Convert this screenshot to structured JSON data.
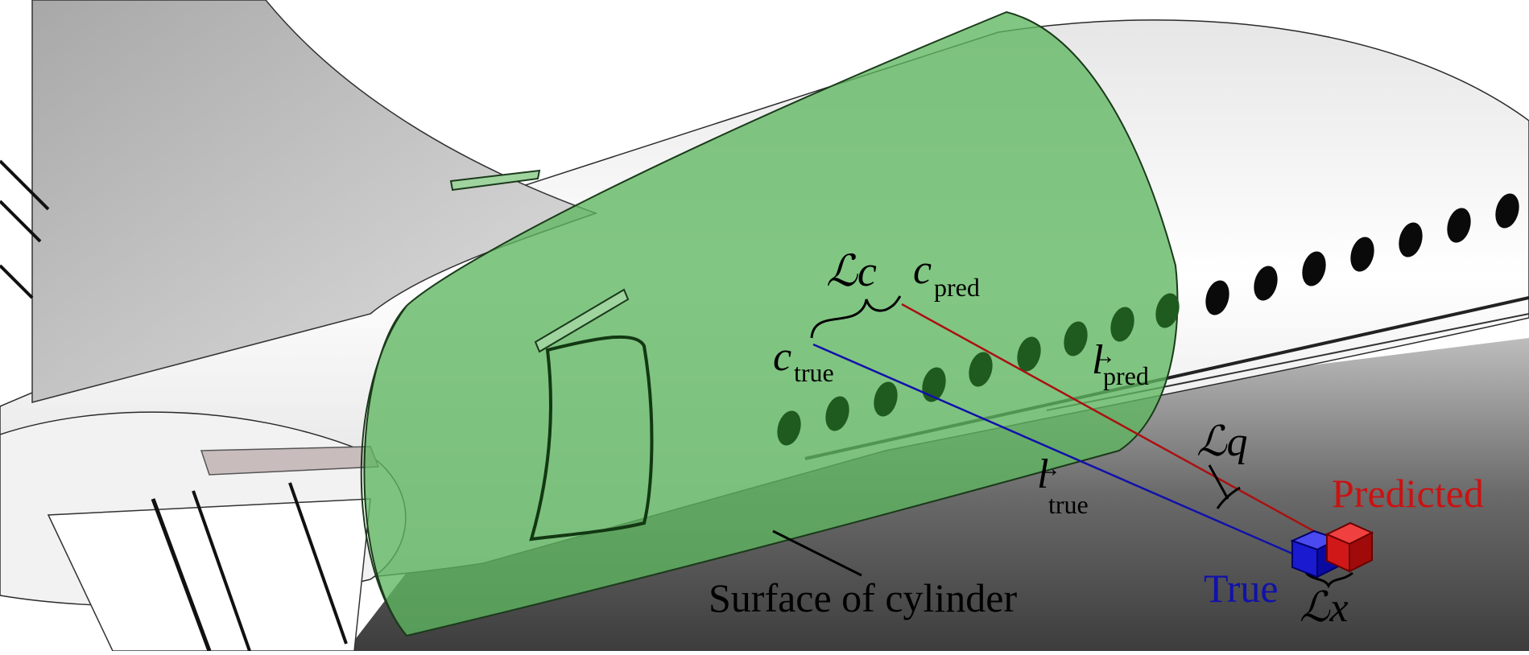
{
  "labels": {
    "loss_center": "ℒc",
    "c_pred_base": "c",
    "c_pred_sub": "pred",
    "c_true_base": "c",
    "c_true_sub": "true",
    "l_pred_base": "l",
    "l_pred_sub": "pred",
    "l_true_base": "l",
    "l_true_sub": "true",
    "loss_orientation": "ℒq",
    "loss_position": "ℒx",
    "predicted": "Predicted",
    "true": "True",
    "surface_label": "Surface of cylinder"
  },
  "colors": {
    "predicted": "#cc1111",
    "true": "#1111aa",
    "cylinder": "#5fb660",
    "cylinder_dark": "#1f5a1f",
    "windows": "#0a0a0a",
    "ground": "#555555"
  }
}
